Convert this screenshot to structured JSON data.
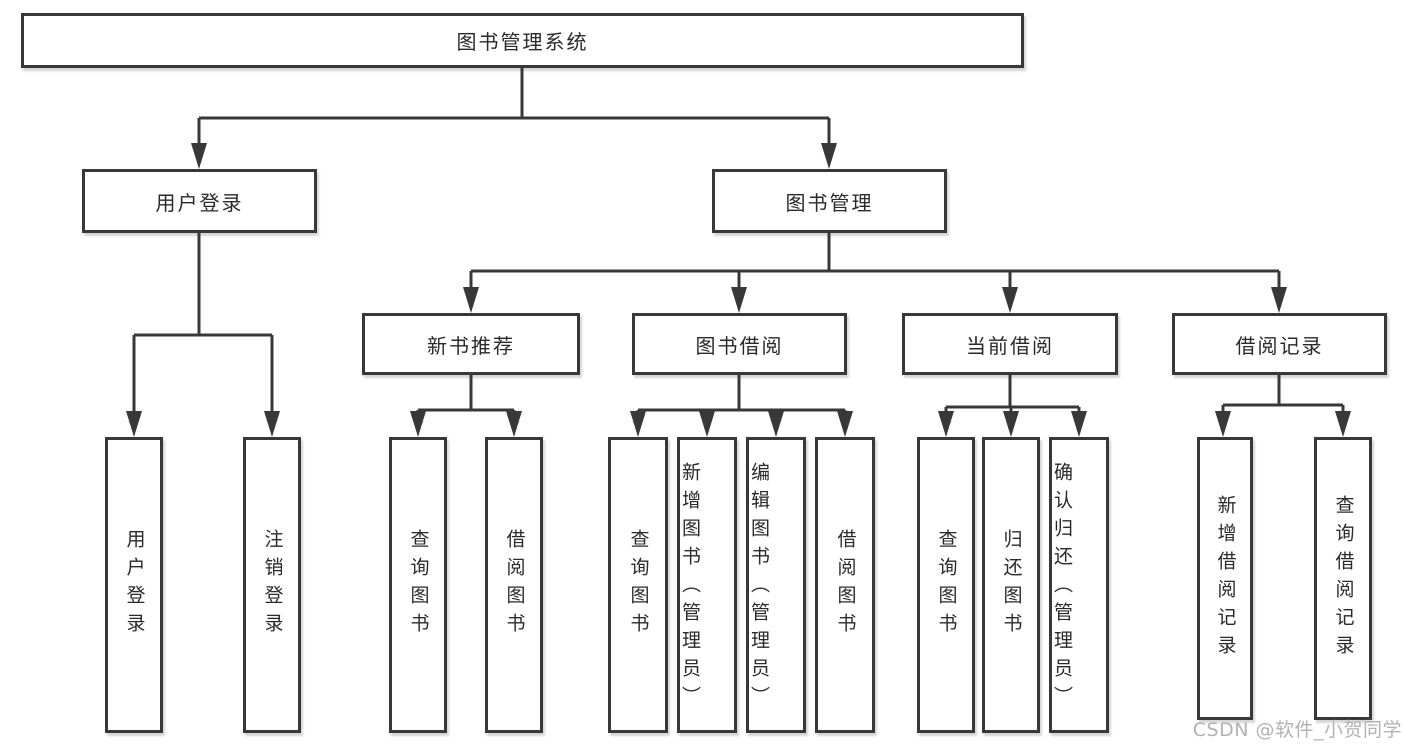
{
  "diagram_title": "图书管理系统",
  "tree": {
    "root": {
      "label": "图书管理系统"
    },
    "branches": [
      {
        "label": "用户登录",
        "children": [
          {
            "label": "用户登录"
          },
          {
            "label": "注销登录"
          }
        ]
      },
      {
        "label": "图书管理",
        "children": [
          {
            "label": "新书推荐",
            "children": [
              {
                "label": "查询图书"
              },
              {
                "label": "借阅图书"
              }
            ]
          },
          {
            "label": "图书借阅",
            "children": [
              {
                "label": "查询图书"
              },
              {
                "label": "新增图书（管理员）"
              },
              {
                "label": "编辑图书（管理员）"
              },
              {
                "label": "借阅图书"
              }
            ]
          },
          {
            "label": "当前借阅",
            "children": [
              {
                "label": "查询图书"
              },
              {
                "label": "归还图书"
              },
              {
                "label": "确认归还（管理员）"
              }
            ]
          },
          {
            "label": "借阅记录",
            "children": [
              {
                "label": "新增借阅记录"
              },
              {
                "label": "查询借阅记录"
              }
            ]
          }
        ]
      }
    ]
  },
  "watermark": {
    "text": "CSDN @软件_小贺同学"
  },
  "colors": {
    "line": "#383838",
    "text": "#2a2a2a",
    "background": "#ffffff",
    "watermark": "#b2b2b2"
  }
}
